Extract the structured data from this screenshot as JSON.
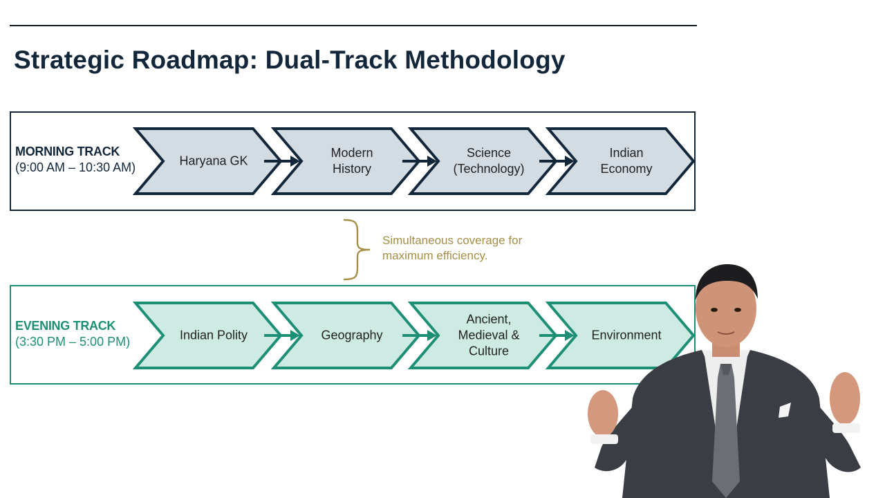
{
  "title": "Strategic Roadmap: Dual-Track Methodology",
  "colors": {
    "navy": "#13273a",
    "morning_fill": "#d3dbe3",
    "teal": "#1d8f74",
    "evening_fill": "#cdebe2",
    "gold": "#a48e45"
  },
  "morning": {
    "name": "MORNING TRACK",
    "time": "(9:00 AM – 10:30 AM)",
    "steps": [
      "Haryana GK",
      "Modern\nHistory",
      "Science\n(Technology)",
      "Indian\nEconomy"
    ]
  },
  "note": {
    "line1": "Simultaneous coverage for",
    "line2": "maximum efficiency."
  },
  "evening": {
    "name": "EVENING TRACK",
    "time": "(3:30 PM – 5:00 PM)",
    "steps": [
      "Indian Polity",
      "Geography",
      "Ancient,\nMedieval &\nCulture",
      "Environment"
    ]
  }
}
